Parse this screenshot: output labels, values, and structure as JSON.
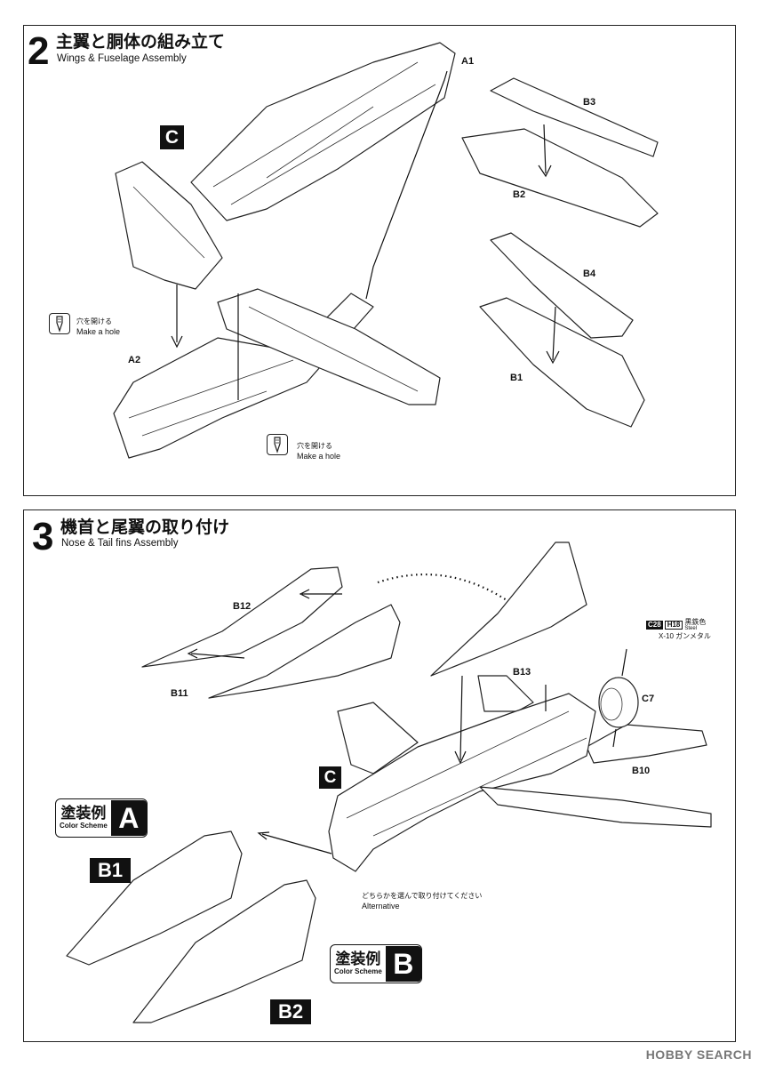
{
  "step2": {
    "number": "2",
    "title_ja": "主翼と胴体の組み立て",
    "title_en": "Wings & Fuselage Assembly",
    "box_label": "C",
    "parts": [
      "A1",
      "A2",
      "B1",
      "B2",
      "B3",
      "B4"
    ],
    "hole_note_1": {
      "ja": "穴を開ける",
      "en": "Make a hole"
    },
    "hole_note_2": {
      "ja": "穴を開ける",
      "en": "Make a hole"
    }
  },
  "step3": {
    "number": "3",
    "title_ja": "機首と尾翼の取り付け",
    "title_en": "Nose & Tail fins Assembly",
    "box_label": "C",
    "parts": [
      "B12",
      "B11",
      "B13",
      "C7",
      "B10"
    ],
    "paint": {
      "code1": "C28",
      "code2": "H18",
      "name_ja": "黒鉄色",
      "name_en": "Steel",
      "alt": "X-10 ガンメタル"
    },
    "alternative_note": {
      "ja": "どちらかを選んで取り付けてください",
      "en": "Alternative"
    },
    "scheme_a": {
      "ja": "塗装例",
      "en": "Color Scheme",
      "letter": "A"
    },
    "scheme_b": {
      "ja": "塗装例",
      "en": "Color Scheme",
      "letter": "B"
    },
    "nose_b1": "B1",
    "nose_b2": "B2"
  },
  "watermark": "HOBBY SEARCH"
}
